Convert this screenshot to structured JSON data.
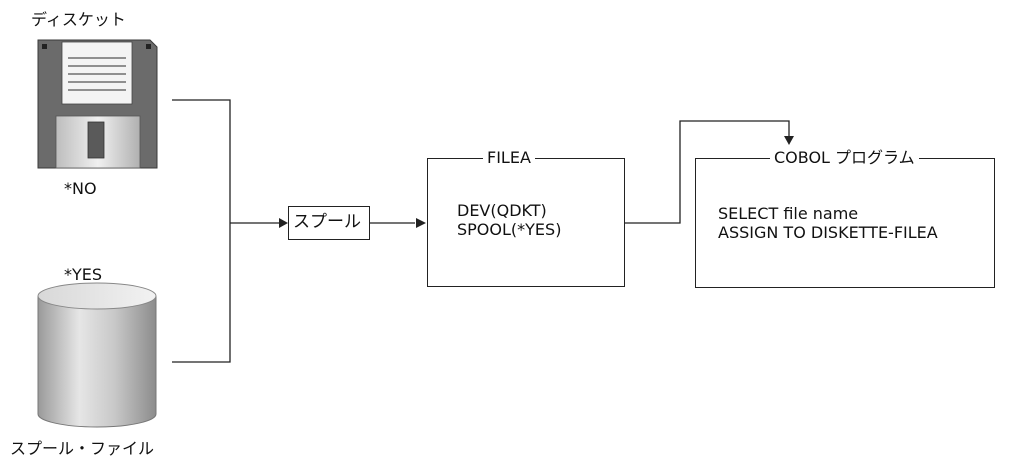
{
  "diskette": {
    "label": "ディスケット",
    "option": "*NO"
  },
  "spool_file": {
    "label": "スプール・ファイル",
    "option": "*YES"
  },
  "spool": {
    "label": "スプール"
  },
  "filea": {
    "title": "FILEA",
    "lines": [
      "DEV(QDKT)",
      "SPOOL(*YES)"
    ]
  },
  "cobol": {
    "title": "COBOL プログラム",
    "lines": [
      "SELECT file name",
      "ASSIGN TO DISKETTE-FILEA"
    ]
  }
}
